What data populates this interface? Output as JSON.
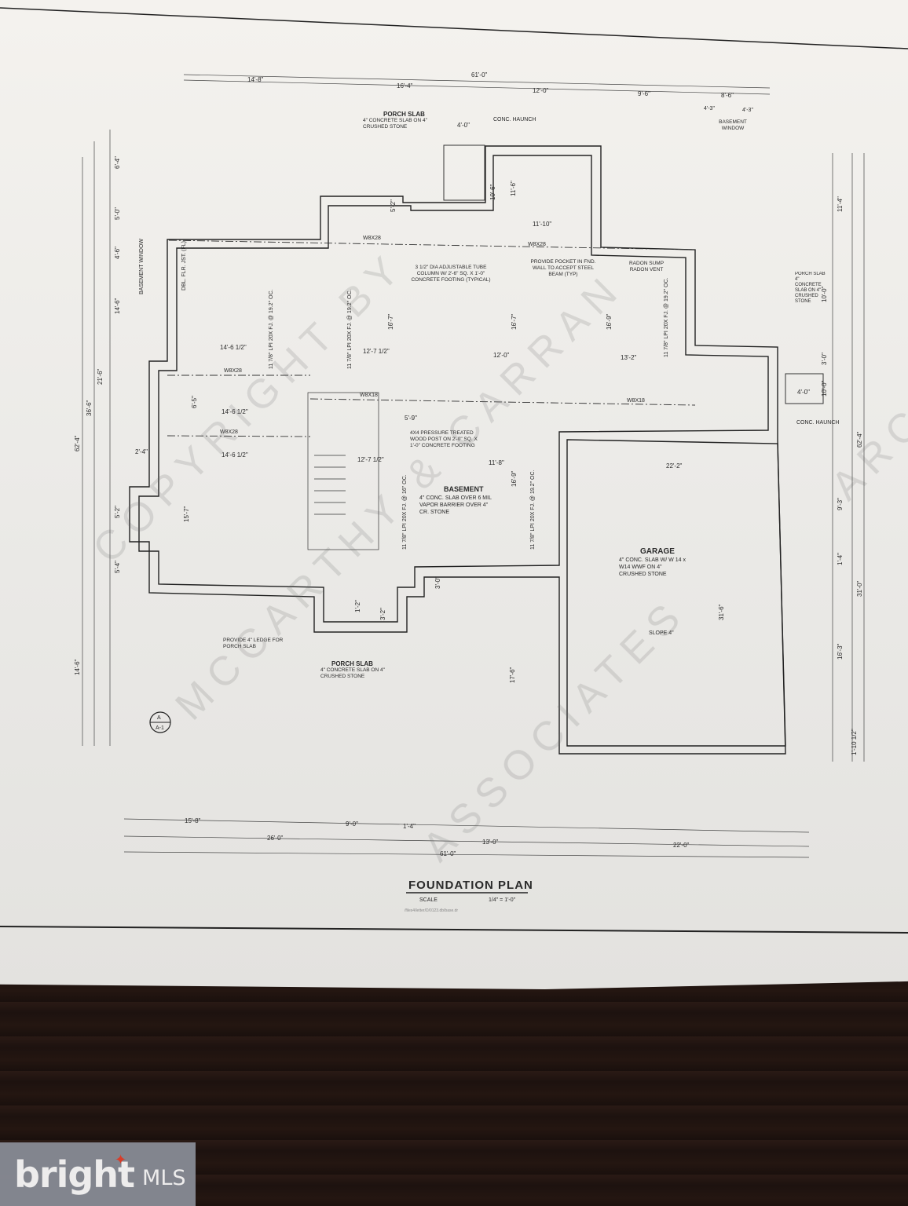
{
  "sheet": {
    "title": "FOUNDATION PLAN",
    "scale_label": "SCALE",
    "scale_value": "1/4\" = 1'-0\"",
    "file_path": "/files4/letter/D/0123.db/base.dr"
  },
  "rooms": {
    "basement_name": "BASEMENT",
    "basement_note": "4\" CONC. SLAB OVER 6 MIL VAPOR BARRIER OVER 4\" CR. STONE",
    "garage_name": "GARAGE",
    "garage_note": "4\" CONC. SLAB W/ W 14 x W14 WWF ON 4\" CRUSHED STONE",
    "garage_slope": "SLOPE 4\""
  },
  "notes": {
    "porch_top": "PORCH SLAB",
    "porch_top_sub": "4\" CONCRETE SLAB ON 4\" CRUSHED STONE",
    "conc_haunch": "CONC. HAUNCH",
    "basement_window_top": "BASEMENT WINDOW",
    "basement_window_left": "BASEMENT WINDOW",
    "tube_column": "3 1/2\" DIA ADJUSTABLE TUBE COLUMN W/ 2'-6\" SQ. X 1'-0\" CONCRETE FOOTING (TYPICAL)",
    "steel_pocket": "PROVIDE POCKET IN FND. WALL TO ACCEPT STEEL BEAM (TYP)",
    "radon": "RADON SUMP RADON VENT",
    "porch_right": "PORCH SLAB 4\" CONCRETE SLAB ON 4\" CRUSHED STONE",
    "conc_haunch_right": "CONC. HAUNCH",
    "wood_post": "4X4 PRESSURE TREATED WOOD POST ON 2'-0\" SQ. X 1'-0\" CONCRETE FOOTING",
    "ledge": "PROVIDE 4\" LEDGE FOR PORCH SLAB",
    "porch_bottom": "PORCH SLAB",
    "porch_bottom_sub": "4\" CONCRETE SLAB ON 4\" CRUSHED STONE",
    "dbl_flr_jst": "DBL. FLR. JST. (FL)"
  },
  "beams": [
    "W8X28",
    "W8X18",
    "W8X28",
    "W8X18",
    "W8X28",
    "W8X28"
  ],
  "joists": [
    "11 7/8\" LPI 20X FJ. @ 19.2\" OC.",
    "11 7/8\" LPI 20X FJ. @ 19.2\" OC.",
    "11 7/8\" LPI 20X FJ. @ 19.2\" OC.",
    "11 7/8\" LPI 20X FJ. @ 19.2\" OC.",
    "11 7/8\" LPI 20X FJ. @ 16\" OC."
  ],
  "dims_top": [
    "61'-0\"",
    "14'-8\"",
    "16'-4\"",
    "12'-0\"",
    "9'-6\"",
    "8'-6\"",
    "4'-3\"",
    "4'-3\""
  ],
  "dims_bottom": [
    "15'-8\"",
    "9'-0\"",
    "1'-4\"",
    "26'-0\"",
    "13'-0\"",
    "22'-0\"",
    "61'-0\""
  ],
  "dims_left": [
    "6'-4\"",
    "5'-0\"",
    "4'-6\"",
    "14'-6\"",
    "21'-6\"",
    "36'-6\"",
    "62'-4\"",
    "2'-4\"",
    "5'-2\"",
    "5'-4\"",
    "14'-6\""
  ],
  "dims_right": [
    "11'-4\"",
    "10'-0\"",
    "3'-0\"",
    "10'-0\"",
    "62'-4\"",
    "9'-3\"",
    "1'-4\"",
    "31'-0\"",
    "16'-3\"",
    "1'-10 1/2\""
  ],
  "dims_inner": [
    "14'-6 1/2\"",
    "12'-7 1/2\"",
    "12'-0\"",
    "13'-2\"",
    "14'-6 1/2\"",
    "14'-6 1/2\"",
    "12'-7 1/2\"",
    "11'-8\"",
    "22'-2\"",
    "31'-6\"",
    "17'-6\"",
    "16'-7\"",
    "16'-7\"",
    "16'-9\"",
    "16'-9\"",
    "15'-7\"",
    "6'-5\"",
    "5'-9\"",
    "10'-6\"",
    "11'-10\"",
    "11'-6\"",
    "5'-2\"",
    "4'-0\"",
    "3'-0\"",
    "3'-2\"",
    "1'-2\"",
    "4'-0\""
  ],
  "watermark": [
    "COPYRIGHT BY",
    "MCCARTHY & CARRAN",
    "ASSOCIATES",
    "ARC"
  ],
  "section_marker": [
    "A",
    "A-1"
  ],
  "logo": {
    "brand": "bright",
    "suffix": "MLS"
  }
}
